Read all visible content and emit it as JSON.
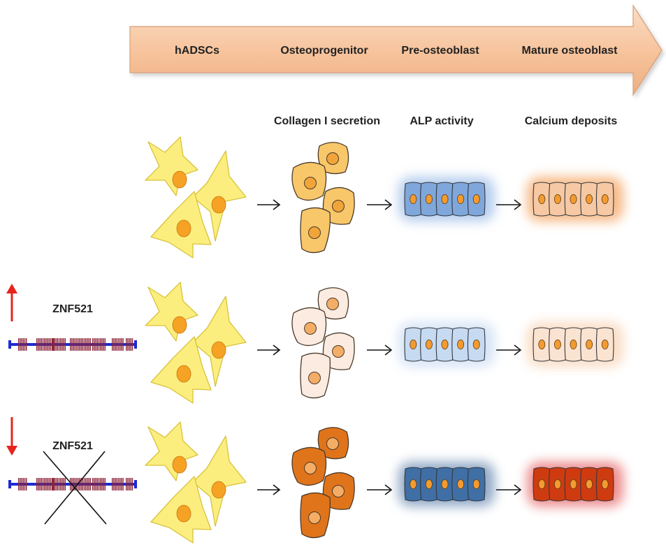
{
  "timeline": {
    "stages": [
      "hADSCs",
      "Osteoprogenitor",
      "Pre-osteoblast",
      "Mature osteoblast"
    ],
    "arrow_color": "#f7c7a2"
  },
  "markers": [
    "Collagen I secretion",
    "ALP activity",
    "Calcium deposits"
  ],
  "gene": {
    "name": "ZNF521"
  },
  "rows": [
    {
      "condition": "control",
      "indicator": "none",
      "colors": {
        "progenitor": "#f8c76a",
        "progenitor_nucleus": "#f0a43a",
        "pre": "#7fa7db",
        "pre_glow": "#9dbde8",
        "mature": "#f6c9a4",
        "mature_glow": "#f4a35e"
      }
    },
    {
      "condition": "overexpression",
      "indicator": "up",
      "colors": {
        "progenitor": "#fcebe0",
        "progenitor_nucleus": "#f3ad66",
        "pre": "#c6daf2",
        "pre_glow": "#c9dcf3",
        "mature": "#fbe3d1",
        "mature_glow": "#f8d2b2"
      }
    },
    {
      "condition": "knockdown",
      "indicator": "down",
      "colors": {
        "progenitor": "#e0741b",
        "progenitor_nucleus": "#f5ad66",
        "pre": "#3f6fa5",
        "pre_glow": "#6f8fb5",
        "mature": "#cf3b10",
        "mature_glow": "#e8696b"
      }
    }
  ],
  "colors": {
    "hadsc_fill": "#fbee7e",
    "hadsc_nucleus": "#f6a224",
    "indicator_arrow": "#e8231c",
    "gene_line": "#1f2ad0",
    "gene_marks": "#8c2439"
  }
}
